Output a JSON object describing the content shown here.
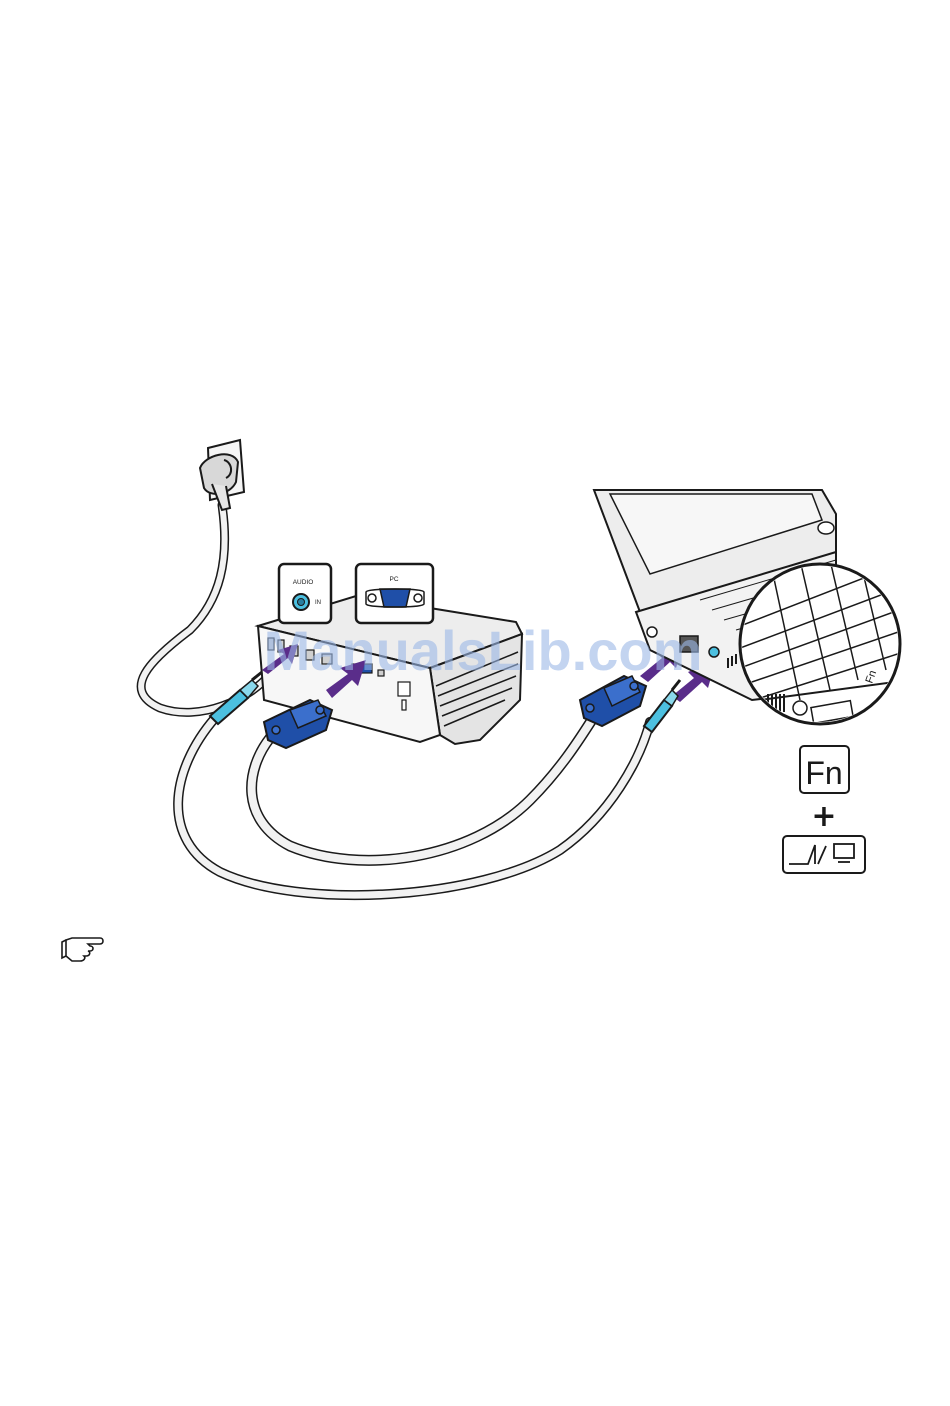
{
  "labels": {
    "audio_port_title": "AUDIO",
    "audio_port_in": "IN",
    "pc_port_title": "PC",
    "fn_key": "Fn",
    "plus": "+",
    "keyboard_fn": "Fn"
  },
  "watermark": "ManualsLib.com",
  "icons": {
    "note": "pointing-hand-icon",
    "display_switch": "lcd-monitor-switch-icon"
  },
  "colors": {
    "arrow": "#5a2d8a",
    "vga_connector": "#1f4fa8",
    "audio_plug": "#4cc0e0",
    "outline": "#1a1a1a",
    "cable": "#f2f2f2",
    "watermark": "#9bb8e6"
  }
}
